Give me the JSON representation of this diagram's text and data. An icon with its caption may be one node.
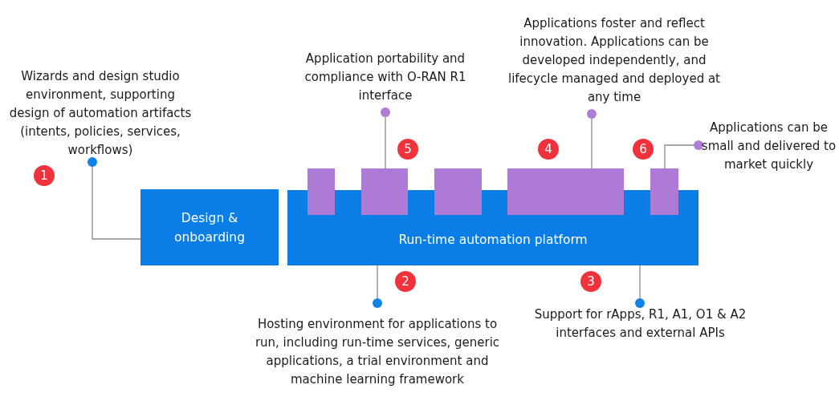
{
  "diagram": {
    "nodes": [
      {
        "text": [
          "Applications foster and reflect innovation. Applications can be developed independently, and lifecycle managed and deployed at any time"
        ]
      },
      {
        "text": [
          "Application portability and compliance with O-RAN R1 interface"
        ]
      },
      {
        "text": [
          "Wizards and design studio environment, supporting design of automation artifacts (intents, policies, services, workflows)"
        ]
      },
      {
        "text": [
          "Applications can be small and delivered to market quickly"
        ]
      },
      {
        "text": [],
        "shape": "box"
      },
      {
        "text": [],
        "shape": "box"
      },
      {
        "text": [],
        "shape": "box"
      },
      {
        "text": [],
        "shape": "box"
      },
      {
        "text": [],
        "shape": "box"
      },
      {
        "text": [
          "Design & onboarding"
        ]
      },
      {
        "text": [
          "Run-time automation platform"
        ]
      },
      {
        "text": [
          "Hosting environment for applications to run, including run-time services, generic applications, a trial environment and machine learning framework"
        ]
      },
      {
        "text": [
          "Support for rApps, R1, A1, O1 & A2 interfaces and external APIs"
        ]
      }
    ],
    "edges": [
      {
        "from": 2,
        "to": 9,
        "arrow": "other"
      },
      {
        "from": 1,
        "to": 5,
        "arrow": "other"
      },
      {
        "from": 0,
        "to": 7,
        "arrow": "other"
      },
      {
        "from": 3,
        "to": 8,
        "arrow": "other"
      },
      {
        "from": 11,
        "to": 10,
        "arrow": "other"
      },
      {
        "from": 12,
        "to": 10,
        "arrow": "other"
      }
    ],
    "labels": [
      "5",
      "4",
      "6",
      "1",
      "2",
      "3"
    ]
  }
}
